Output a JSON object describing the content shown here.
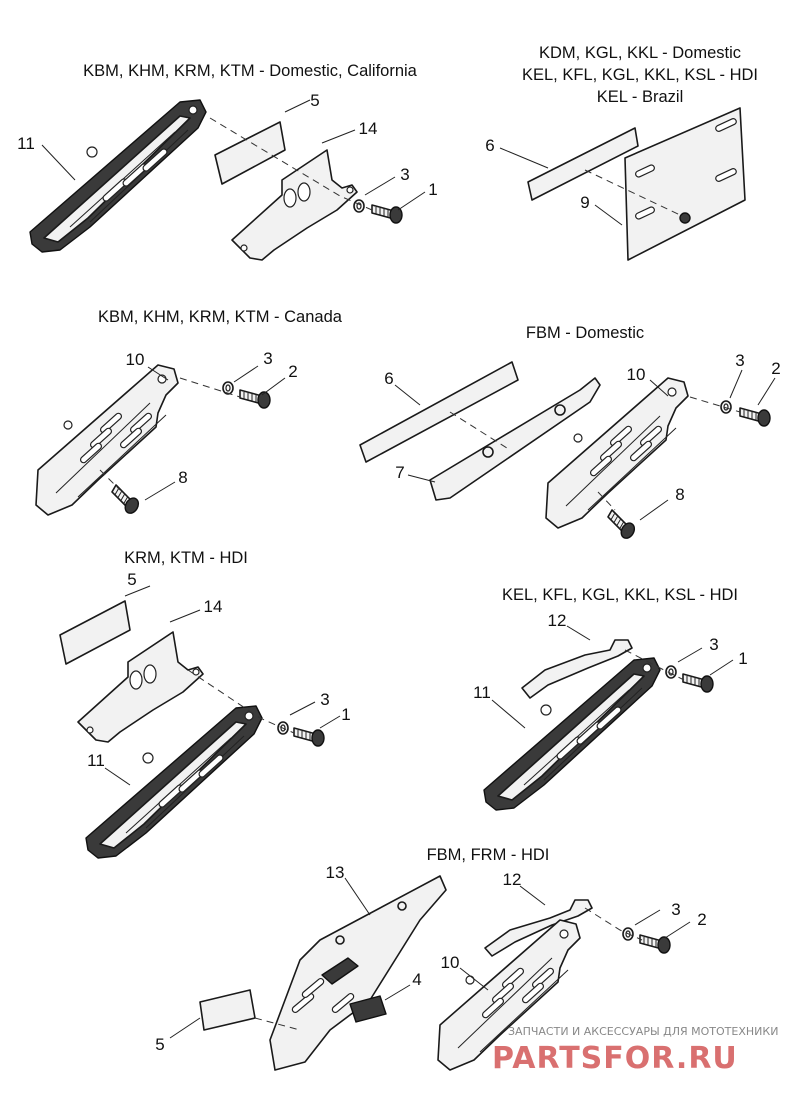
{
  "groups": {
    "g1_title": "KBM, KHM, KRM, KTM - Domestic, California",
    "g2_title_1": "KDM, KGL, KKL - Domestic",
    "g2_title_2": "KEL, KFL, KGL, KKL, KSL - HDI",
    "g2_title_3": "KEL - Brazil",
    "g3_title": "KBM, KHM, KRM, KTM - Canada",
    "g4_title": "FBM - Domestic",
    "g5_title": "KRM, KTM - HDI",
    "g6_title": "KEL, KFL, KGL, KKL, KSL - HDI",
    "g7_title": "FBM, FRM - HDI"
  },
  "callouts": {
    "g1": {
      "c11": "11",
      "c5": "5",
      "c14": "14",
      "c3": "3",
      "c1": "1"
    },
    "g2": {
      "c6": "6",
      "c9": "9"
    },
    "g3": {
      "c10": "10",
      "c3": "3",
      "c2": "2",
      "c8": "8"
    },
    "g4": {
      "c6": "6",
      "c7": "7",
      "c10": "10",
      "c3": "3",
      "c2": "2",
      "c8": "8"
    },
    "g5": {
      "c5": "5",
      "c14": "14",
      "c3": "3",
      "c1": "1",
      "c11": "11"
    },
    "g6": {
      "c12": "12",
      "c3": "3",
      "c1": "1",
      "c11": "11"
    },
    "g7": {
      "c13": "13",
      "c4": "4",
      "c5": "5",
      "c12": "12",
      "c3": "3",
      "c2": "2",
      "c10": "10"
    }
  },
  "watermark": {
    "text": "ЗАПЧАСТИ И АКСЕССУАРЫ ДЛЯ МОТОТЕХНИКИ",
    "logo": "PARTSFOR.RU",
    "logo_color": "#d97070"
  }
}
